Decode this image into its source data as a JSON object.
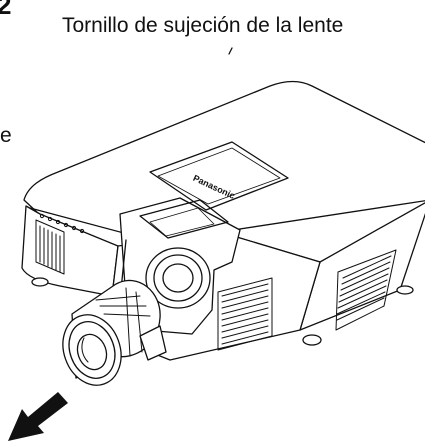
{
  "step": {
    "number": "2"
  },
  "caption": {
    "text": "Tornillo de sujeción de la lente"
  },
  "side_text": {
    "fragment": "e"
  },
  "illustration": {
    "subject": "projector",
    "brand_mark": "Panasonic",
    "arrow_direction": "down-left",
    "line_color": "#111111"
  }
}
